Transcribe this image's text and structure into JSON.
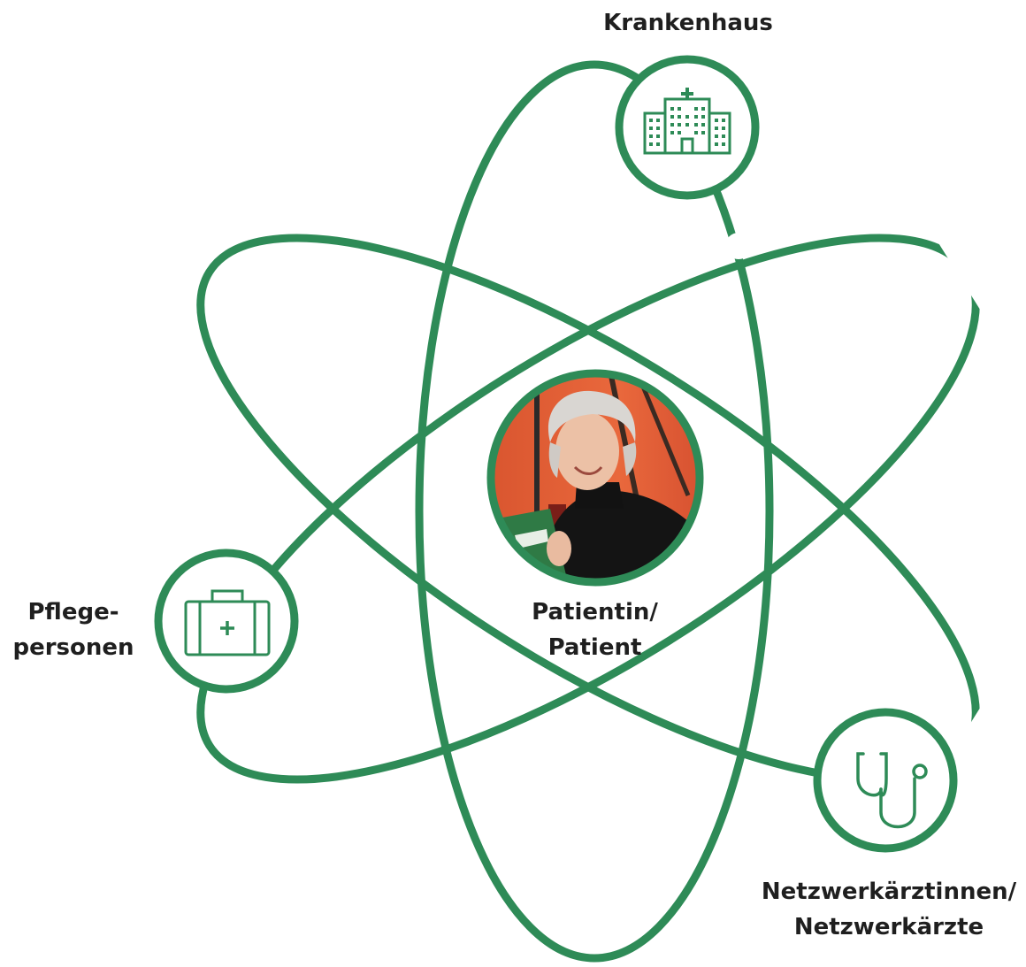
{
  "colors": {
    "accent": "#2e8b57",
    "text": "#1f1f1f",
    "background": "#ffffff"
  },
  "nodes": {
    "krankenhaus": {
      "label": "Krankenhaus",
      "icon": "hospital-icon"
    },
    "patient": {
      "label_line1": "Patientin/",
      "label_line2": "Patient",
      "icon": "patient-photo"
    },
    "pflegepersonen": {
      "label_line1": "Pflege-",
      "label_line2": "personen",
      "icon": "medical-case-icon"
    },
    "netzwerk": {
      "label_line1": "Netzwerkärztinnen/",
      "label_line2": "Netzwerkärzte",
      "icon": "stethoscope-icon"
    }
  }
}
